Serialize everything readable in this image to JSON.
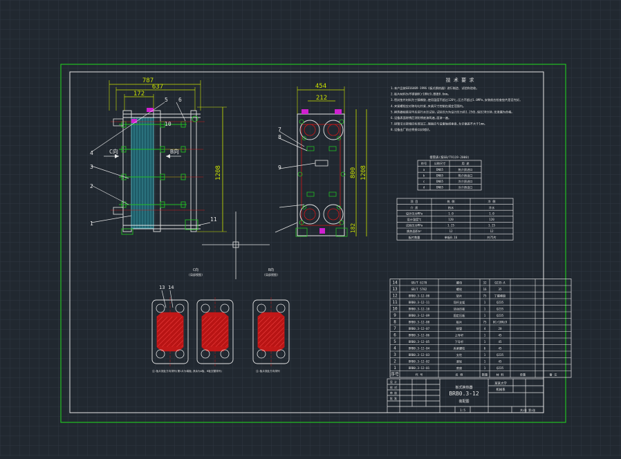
{
  "colors": {
    "background": "#212830",
    "grid": "#2e3742",
    "frame": "#22c022",
    "line": "#e6e6e6",
    "dimension": "#cfe600",
    "hatch_red": "#d01818",
    "plate_cyan": "#4fb6c2",
    "magenta": "#d020d0"
  },
  "front_view": {
    "dim_overall": "787",
    "dim_inner": "637",
    "dim_frame": "172",
    "dim_height": "1208",
    "label_c": "C向",
    "label_b": "B向",
    "parts": [
      "1",
      "2",
      "3",
      "4",
      "5",
      "6",
      "10",
      "11"
    ]
  },
  "side_view": {
    "dim_width": "454",
    "dim_port_spacing": "212",
    "dim_height": "1208",
    "dim_port_vertical": "800",
    "dim_bottom": "182",
    "parts": [
      "7",
      "8",
      "9"
    ]
  },
  "sections": {
    "c_title": "C向",
    "c_sub": "(局部视图)",
    "b_title": "B向",
    "b_sub": "(局部视图)",
    "labels": [
      "13",
      "14"
    ],
    "note_c": "注:板片按此方向排列(第1片为端板,其余为A板、B板交替排列)",
    "note_b": "注:板片按此方向排列"
  },
  "tech_requirements": {
    "title": "技 术 要 求",
    "items": [
      "1.本产品按GB16409-1996《板式换热器》进行制造、试验和验收。",
      "2.板片材料为不锈钢0Cr18Ni9,厚度0.6mm。",
      "3.密封垫片材料为丁腈橡胶,使用温度不超过120℃,压力不超过1.0MPa,安装前应检查垫片是否完好。",
      "4.夹紧螺栓应对称均匀拧紧,夹紧尺寸控制在规定范围内。",
      "5.换热器组装完毕后进行水压试验,试验压力为设计压力的1.25倍,保压30分钟,无泄漏为合格。",
      "6.设备表面除锈后涂防锈底漆两遍,面漆一遍。",
      "7.接管法兰按相应标准加工,端面应与设备轴线垂直,允许偏差不大于1mm。",
      "8.设备出厂前应将接口封堵好。"
    ]
  },
  "nozzle_table": {
    "title": "接管表(按GB/T9119-2000)",
    "headers": [
      "符号",
      "公称尺寸",
      "用 途"
    ],
    "rows": [
      [
        "a",
        "DN65",
        "热介质进口"
      ],
      [
        "b",
        "DN65",
        "热介质出口"
      ],
      [
        "c",
        "DN65",
        "冷介质进口"
      ],
      [
        "d",
        "DN65",
        "冷介质出口"
      ]
    ]
  },
  "design_table": {
    "headers": [
      "项 目",
      "热 侧",
      "冷 侧"
    ],
    "rows": [
      [
        "介 质",
        "热水",
        "冷水"
      ],
      [
        "设计压力MPa",
        "1.0",
        "1.0"
      ],
      [
        "设计温度℃",
        "120",
        "120"
      ],
      [
        "试验压力MPa",
        "1.25",
        "1.25"
      ],
      [
        "换热面积m²",
        "12",
        "12"
      ],
      [
        "板片数量",
        "单板0.16",
        "共75片"
      ]
    ]
  },
  "parts_list": {
    "rows": [
      [
        "14",
        "GB/T 6170",
        "螺母",
        "32",
        "Q235-A",
        "",
        ""
      ],
      [
        "13",
        "GB/T 5782",
        "螺栓",
        "16",
        "35",
        "",
        ""
      ],
      [
        "12",
        "BRB0.3-12-00",
        "垫片",
        "75",
        "丁腈橡胶",
        "",
        ""
      ],
      [
        "11",
        "BRB0.3-12-11",
        "导杆支架",
        "1",
        "Q235",
        "",
        ""
      ],
      [
        "10",
        "BRB0.3-12-10",
        "活动压板",
        "1",
        "Q235",
        "",
        ""
      ],
      [
        "9",
        "BRB0.3-12-09",
        "固定压板",
        "1",
        "Q235",
        "",
        ""
      ],
      [
        "8",
        "BRB0.3-12-08",
        "板片",
        "75",
        "0Cr18Ni9",
        "",
        ""
      ],
      [
        "7",
        "BRB0.3-12-07",
        "接管",
        "4",
        "20",
        "",
        ""
      ],
      [
        "6",
        "BRB0.3-12-06",
        "上导杆",
        "1",
        "45",
        "",
        ""
      ],
      [
        "5",
        "BRB0.3-12-05",
        "下导杆",
        "1",
        "45",
        "",
        ""
      ],
      [
        "4",
        "BRB0.3-12-04",
        "夹紧螺柱",
        "6",
        "45",
        "",
        ""
      ],
      [
        "3",
        "BRB0.3-12-03",
        "支柱",
        "1",
        "Q235",
        "",
        ""
      ],
      [
        "2",
        "BRB0.3-12-02",
        "滚轮",
        "1",
        "45",
        "",
        ""
      ],
      [
        "1",
        "BRB0.3-12-01",
        "底座",
        "1",
        "Q235",
        "",
        ""
      ]
    ],
    "headers": [
      "序号",
      "代 号",
      "名 称",
      "数量",
      "材 料",
      "单重",
      "备 注"
    ]
  },
  "title_block": {
    "drawing_name": "板式换热器",
    "model": "BRB0.3-12",
    "view": "装配图",
    "org": "某某大学",
    "dept": "机械系",
    "signature_labels": [
      "设 计",
      "校 对",
      "审 核",
      "批 准"
    ],
    "scale": "1:5",
    "sheet": "共1张 第1张"
  }
}
